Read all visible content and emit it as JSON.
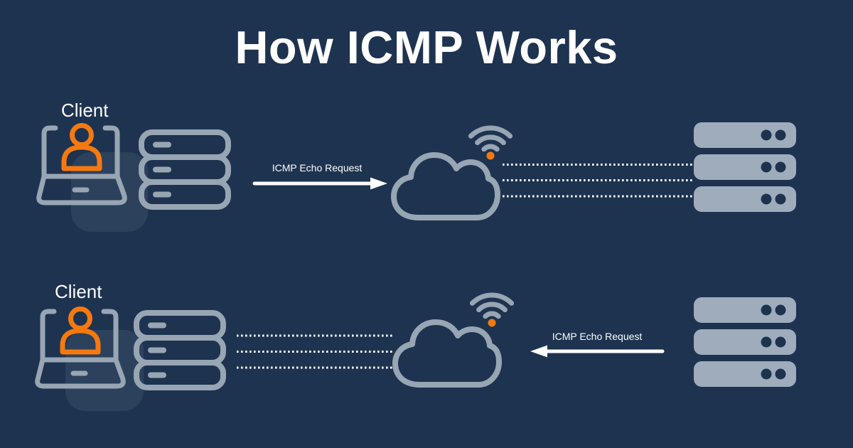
{
  "title": "How ICMP Works",
  "colors": {
    "background": "#1D3350",
    "icon_stroke": "#98A5B3",
    "icon_fill": "#9EACBC",
    "accent_orange": "#F5790F",
    "text_white": "#FFFFFF",
    "shadow_tint": "rgba(255,255,255,0.07)"
  },
  "icons": [
    "laptop-user-icon",
    "server-stack-outline-icon",
    "cloud-icon",
    "wifi-icon",
    "server-stack-filled-icon"
  ],
  "rows": [
    {
      "client_label": "Client",
      "arrow_label": "ICMP Echo Request",
      "arrow_direction": "right",
      "flow": "client to remote server through cloud"
    },
    {
      "client_label": "Client",
      "arrow_label": "ICMP Echo Request",
      "arrow_direction": "left",
      "flow": "remote server back to client through cloud"
    }
  ]
}
